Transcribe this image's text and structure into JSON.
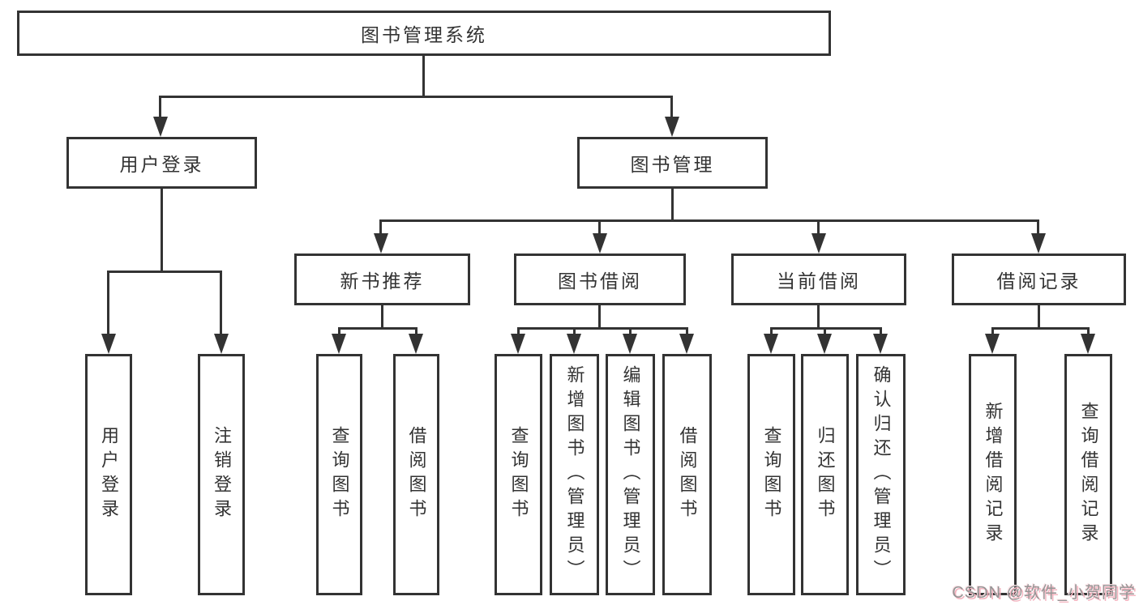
{
  "diagram": {
    "root": {
      "label": "图书管理系统"
    },
    "level2": [
      {
        "label": "用户登录"
      },
      {
        "label": "图书管理"
      }
    ],
    "level3": [
      {
        "label": "新书推荐"
      },
      {
        "label": "图书借阅"
      },
      {
        "label": "当前借阅"
      },
      {
        "label": "借阅记录"
      }
    ],
    "leaves": {
      "user_login": [
        {
          "label": "用户登录"
        },
        {
          "label": "注销登录"
        }
      ],
      "new_book_recommend": [
        {
          "label": "查询图书"
        },
        {
          "label": "借阅图书"
        }
      ],
      "book_borrow": [
        {
          "label": "查询图书"
        },
        {
          "label": "新增图书（管理员）"
        },
        {
          "label": "编辑图书（管理员）"
        },
        {
          "label": "借阅图书"
        }
      ],
      "current_borrow": [
        {
          "label": "查询图书"
        },
        {
          "label": "归还图书"
        },
        {
          "label": "确认归还（管理员）"
        }
      ],
      "borrow_records": [
        {
          "label": "新增借阅记录"
        },
        {
          "label": "查询借阅记录"
        }
      ]
    }
  },
  "watermark": {
    "text": "CSDN @软件_小贺同学"
  },
  "colors": {
    "line": "#333333",
    "text": "#333333",
    "box_background": "#ffffff",
    "page_background": "#ffffff",
    "watermark_text": "#959595",
    "watermark_glow": "#f4b3bf"
  }
}
